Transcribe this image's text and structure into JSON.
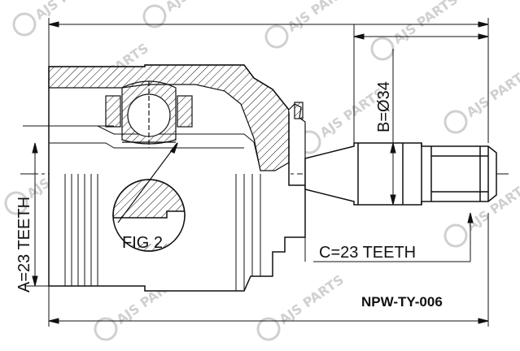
{
  "labels": {
    "dim_a": "A=23 TEETH",
    "dim_b": "B=Ø34",
    "dim_c": "C=23 TEETH",
    "fig": "FIG 2",
    "part_number": "NPW-TY-006"
  },
  "watermark": {
    "text": "AJS PARTS"
  },
  "colors": {
    "line": "#111111",
    "watermark": "#c8c8c8",
    "background": "#ffffff"
  }
}
